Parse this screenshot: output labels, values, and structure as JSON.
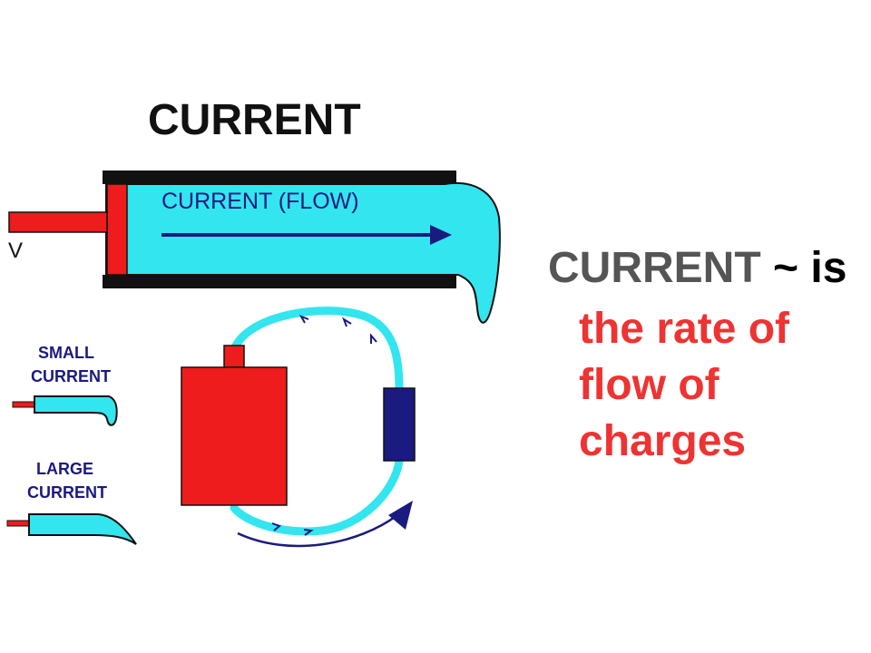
{
  "figure": {
    "title": "CURRENT",
    "pipe_label": "CURRENT (FLOW)",
    "voltage_label": "V",
    "small_label_line1": "SMALL",
    "small_label_line2": "CURRENT",
    "large_label_line1": "LARGE",
    "large_label_line2": "CURRENT"
  },
  "definition": {
    "term": "CURRENT",
    "connector": " ~ is",
    "lines": [
      "the rate of",
      "flow of",
      "charges"
    ]
  },
  "colors": {
    "water": "#33e5ee",
    "piston": "#ee1c1c",
    "pipe": "#111111",
    "arrow": "#1a1a80",
    "resistor": "#1a1a80",
    "battery": "#ee1c1c",
    "definition_term": "#555555",
    "definition_text": "#ee3333"
  }
}
